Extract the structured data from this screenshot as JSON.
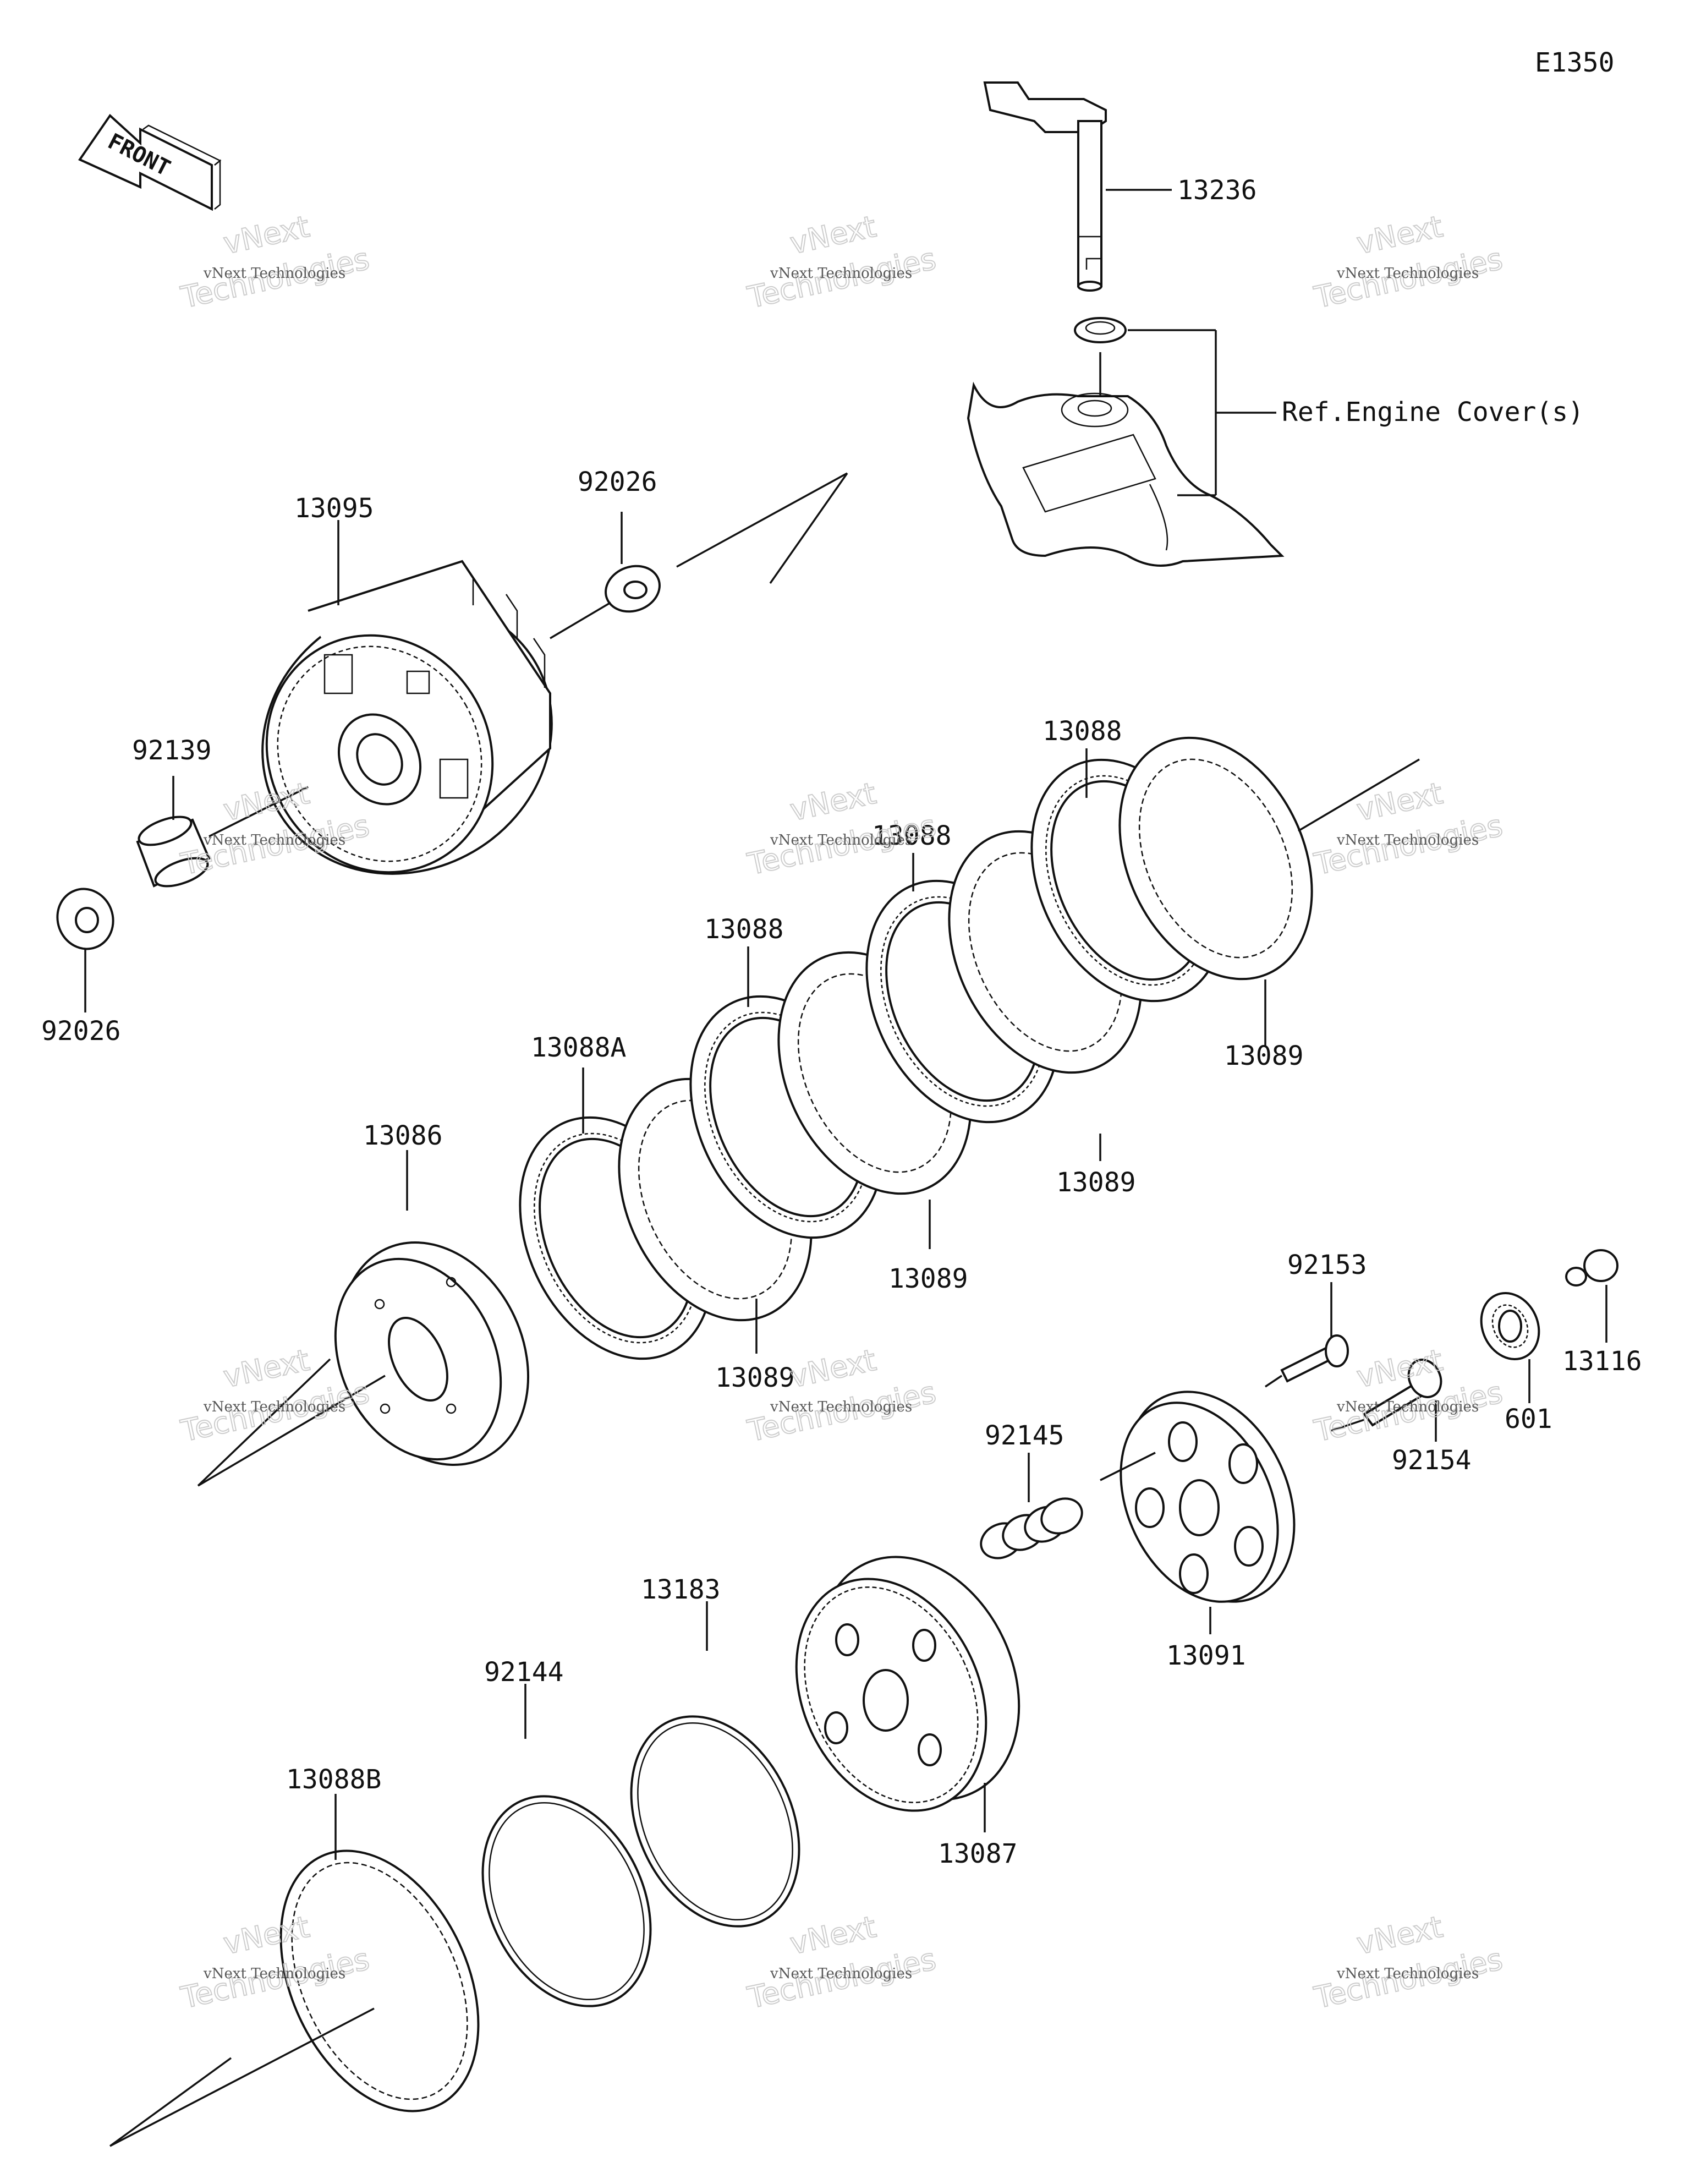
{
  "diagram_code": "E1350",
  "front_label": "FRONT",
  "reference_label": "Ref.Engine Cover(s)",
  "watermark_line1": "vNext Technologies",
  "watermark_line2a": "vNext",
  "watermark_line2b": "Technologies",
  "part_labels": [
    "13236",
    "13095",
    "92026",
    "92139",
    "92026",
    "13088",
    "13088",
    "13088",
    "13088A",
    "13086",
    "13089",
    "13089",
    "13089",
    "13089",
    "92153",
    "13116",
    "92145",
    "92154",
    "601",
    "13091",
    "13183",
    "92144",
    "13087",
    "13088B"
  ]
}
